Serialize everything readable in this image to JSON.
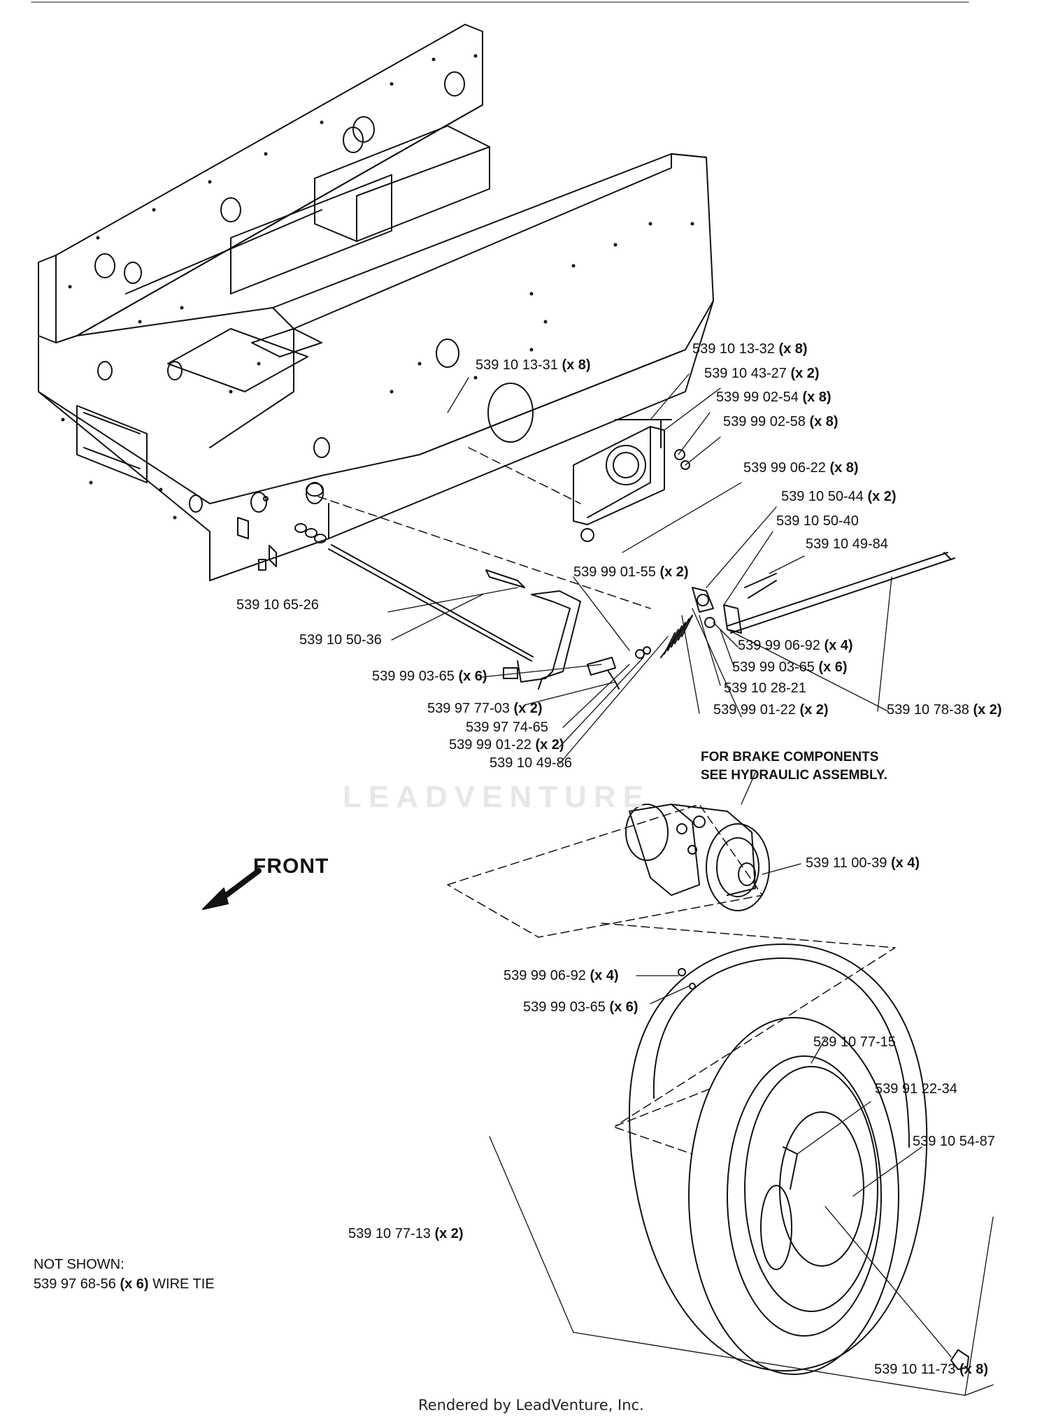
{
  "watermark": "LEADVENTURE",
  "footer": "Rendered by LeadVenture, Inc.",
  "front_label": "FRONT",
  "brake_note": {
    "line1": "FOR BRAKE COMPONENTS",
    "line2": "SEE HYDRAULIC ASSEMBLY."
  },
  "not_shown": {
    "title": "NOT SHOWN:",
    "part": "539 97 68-56",
    "qty": "(x 6)",
    "desc": "WIRE TIE"
  },
  "parts": [
    {
      "id": "p1",
      "part": "539 10 13-32",
      "qty": "(x 8)"
    },
    {
      "id": "p2",
      "part": "539 10 43-27",
      "qty": "(x 2)"
    },
    {
      "id": "p3",
      "part": "539 10 13-31",
      "qty": "(x 8)"
    },
    {
      "id": "p4",
      "part": "539 99 02-54",
      "qty": "(x 8)"
    },
    {
      "id": "p5",
      "part": "539 99 02-58",
      "qty": "(x 8)"
    },
    {
      "id": "p6",
      "part": "539 99 06-22",
      "qty": "(x 8)"
    },
    {
      "id": "p7",
      "part": "539 10 50-44",
      "qty": "(x 2)"
    },
    {
      "id": "p8",
      "part": "539 10 50-40",
      "qty": ""
    },
    {
      "id": "p9",
      "part": "539 10 49-84",
      "qty": ""
    },
    {
      "id": "p10",
      "part": "539 99 01-55",
      "qty": "(x 2)"
    },
    {
      "id": "p11",
      "part": "539 10 65-26",
      "qty": ""
    },
    {
      "id": "p12",
      "part": "539 10 50-36",
      "qty": ""
    },
    {
      "id": "p13",
      "part": "539 99 06-92",
      "qty": "(x 4)"
    },
    {
      "id": "p14",
      "part": "539 99 03-65",
      "qty": "(x 6)"
    },
    {
      "id": "p15",
      "part": "539 99 03-65",
      "qty": "(x 6)"
    },
    {
      "id": "p16",
      "part": "539 10 28-21",
      "qty": ""
    },
    {
      "id": "p17",
      "part": "539 97 77-03",
      "qty": "(x 2)"
    },
    {
      "id": "p18",
      "part": "539 99 01-22",
      "qty": "(x 2)"
    },
    {
      "id": "p19",
      "part": "539 10 78-38",
      "qty": "(x 2)"
    },
    {
      "id": "p20",
      "part": "539 97 74-65",
      "qty": ""
    },
    {
      "id": "p21",
      "part": "539 99 01-22",
      "qty": "(x 2)"
    },
    {
      "id": "p22",
      "part": "539 10 49-86",
      "qty": ""
    },
    {
      "id": "p23",
      "part": "539 11 00-39",
      "qty": "(x 4)"
    },
    {
      "id": "p24",
      "part": "539 99 06-92",
      "qty": "(x 4)"
    },
    {
      "id": "p25",
      "part": "539 99 03-65",
      "qty": "(x 6)"
    },
    {
      "id": "p26",
      "part": "539 10 77-15",
      "qty": ""
    },
    {
      "id": "p27",
      "part": "539 91 22-34",
      "qty": ""
    },
    {
      "id": "p28",
      "part": "539 10 54-87",
      "qty": ""
    },
    {
      "id": "p29",
      "part": "539 10 77-13",
      "qty": "(x 2)"
    },
    {
      "id": "p30",
      "part": "539 10 11-73",
      "qty": "(x 8)"
    }
  ]
}
